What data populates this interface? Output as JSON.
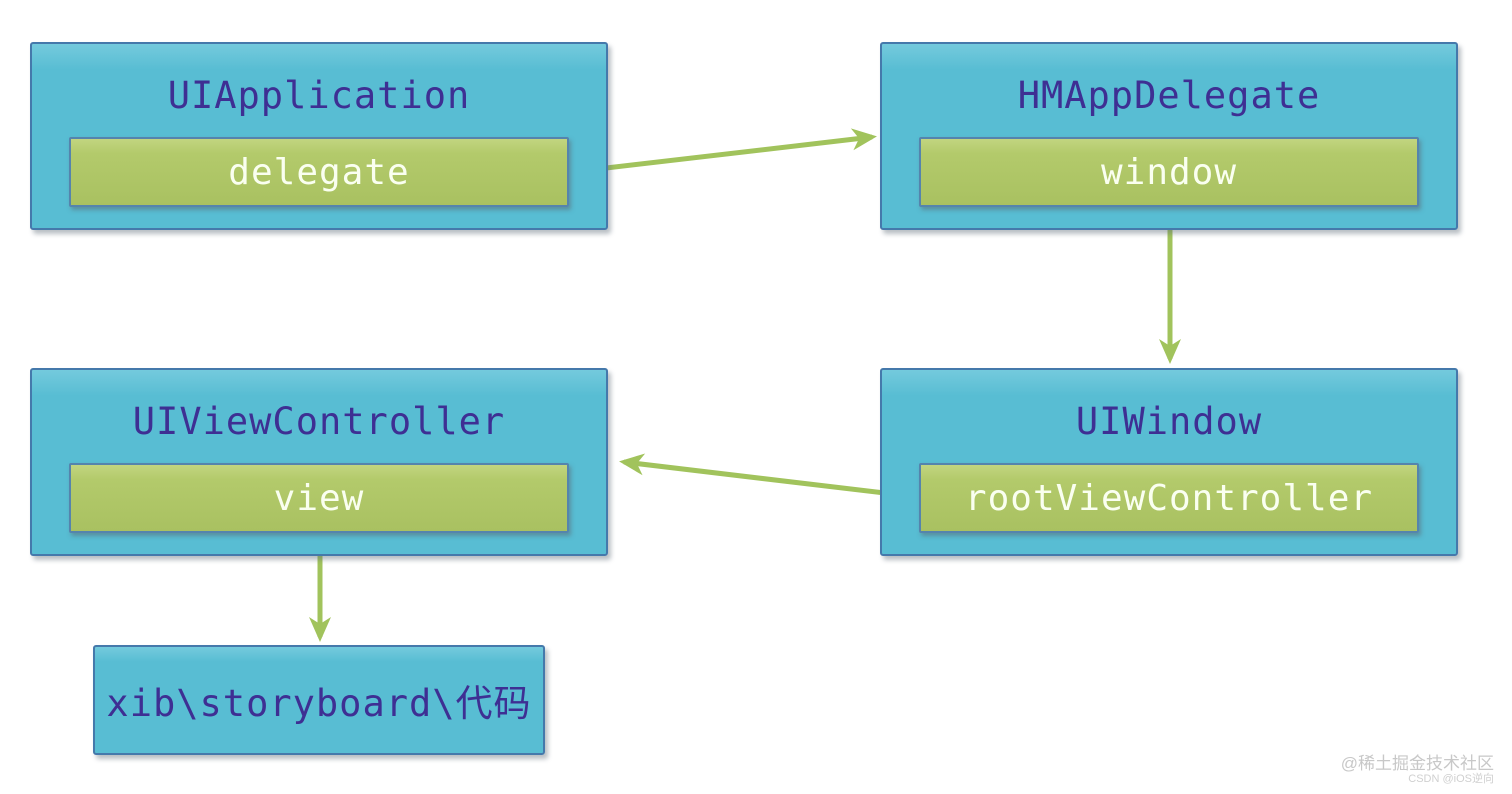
{
  "diagram": {
    "title_semantic": "iOS app startup object graph",
    "colors": {
      "node_fill": "#58bdd3",
      "node_fill_top": "#74cadd",
      "node_border": "#4579ab",
      "inner_fill": "#b3ca6b",
      "inner_fill_top": "#c2d580",
      "inner_border": "#5584ad",
      "arrow": "#a1c35c",
      "title_text": "#3e2f93",
      "inner_text": "#fafff0",
      "background": "#ffffff"
    },
    "nodes": [
      {
        "id": "uiapplication",
        "title": "UIApplication",
        "property": "delegate"
      },
      {
        "id": "hmappdelegate",
        "title": "HMAppDelegate",
        "property": "window"
      },
      {
        "id": "uiviewcontroller",
        "title": "UIViewController",
        "property": "view"
      },
      {
        "id": "uiwindow",
        "title": "UIWindow",
        "property": "rootViewController"
      },
      {
        "id": "xib-storyboard-code",
        "title": "xib\\storyboard\\代码"
      }
    ],
    "edges": [
      {
        "from": "UIApplication.delegate",
        "to": "HMAppDelegate"
      },
      {
        "from": "HMAppDelegate.window",
        "to": "UIWindow"
      },
      {
        "from": "UIWindow.rootViewController",
        "to": "UIViewController"
      },
      {
        "from": "UIViewController.view",
        "to": "xib\\storyboard\\代码"
      }
    ]
  },
  "watermark": {
    "line1": "@稀土掘金技术社区",
    "line2": "CSDN @iOS逆向"
  }
}
